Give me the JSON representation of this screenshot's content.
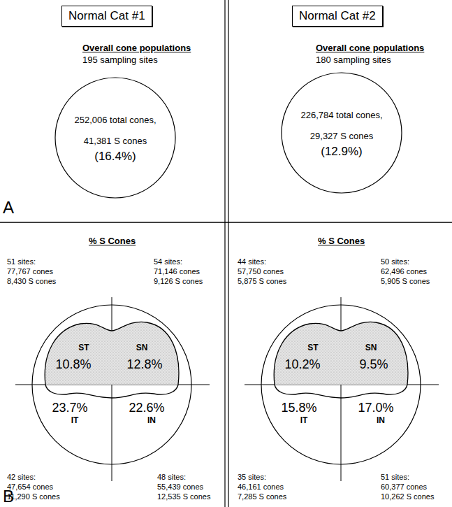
{
  "diagram": {
    "nodes": [
      {
        "text": [
          "Normal Cat #1"
        ]
      },
      {
        "text": [
          "Normal Cat #2"
        ]
      },
      {
        "text": [
          "252,006 total cones,",
          "41,381 S cones",
          "(16.4%)"
        ]
      },
      {
        "text": [
          "226,784 total cones,",
          "29,327 S cones",
          "(12.9%)"
        ]
      },
      {
        "text": [
          "ST",
          "10.8%",
          "SN",
          "12.8%",
          "IT",
          "23.7%",
          "IN",
          "22.6%"
        ]
      },
      {
        "text": [
          "ST",
          "10.2%",
          "SN",
          "9.5%",
          "IT",
          "15.8%",
          "IN",
          "17.0%"
        ]
      }
    ],
    "labels": [
      "Overall cone populations",
      "195 sampling sites",
      "Overall cone populations",
      "180 sampling sites",
      "A",
      "% S Cones",
      "% S Cones",
      "51 sites:",
      "77,767 cones",
      "8,430 S cones",
      "54 sites:",
      "71,146 cones",
      "9,126 S cones",
      "44 sites:",
      "57,750 cones",
      "5,875 S cones",
      "50 sites:",
      "62,496 cones",
      "5,905 S cones",
      "42 sites:",
      "47,654 cones",
      "11,290 S cones",
      "48 sites:",
      "55,439 cones",
      "12,535 S cones",
      "35 sites:",
      "46,161 cones",
      "7,285 S cones",
      "51 sites:",
      "60,377 cones",
      "10,262 S cones",
      "B"
    ]
  }
}
